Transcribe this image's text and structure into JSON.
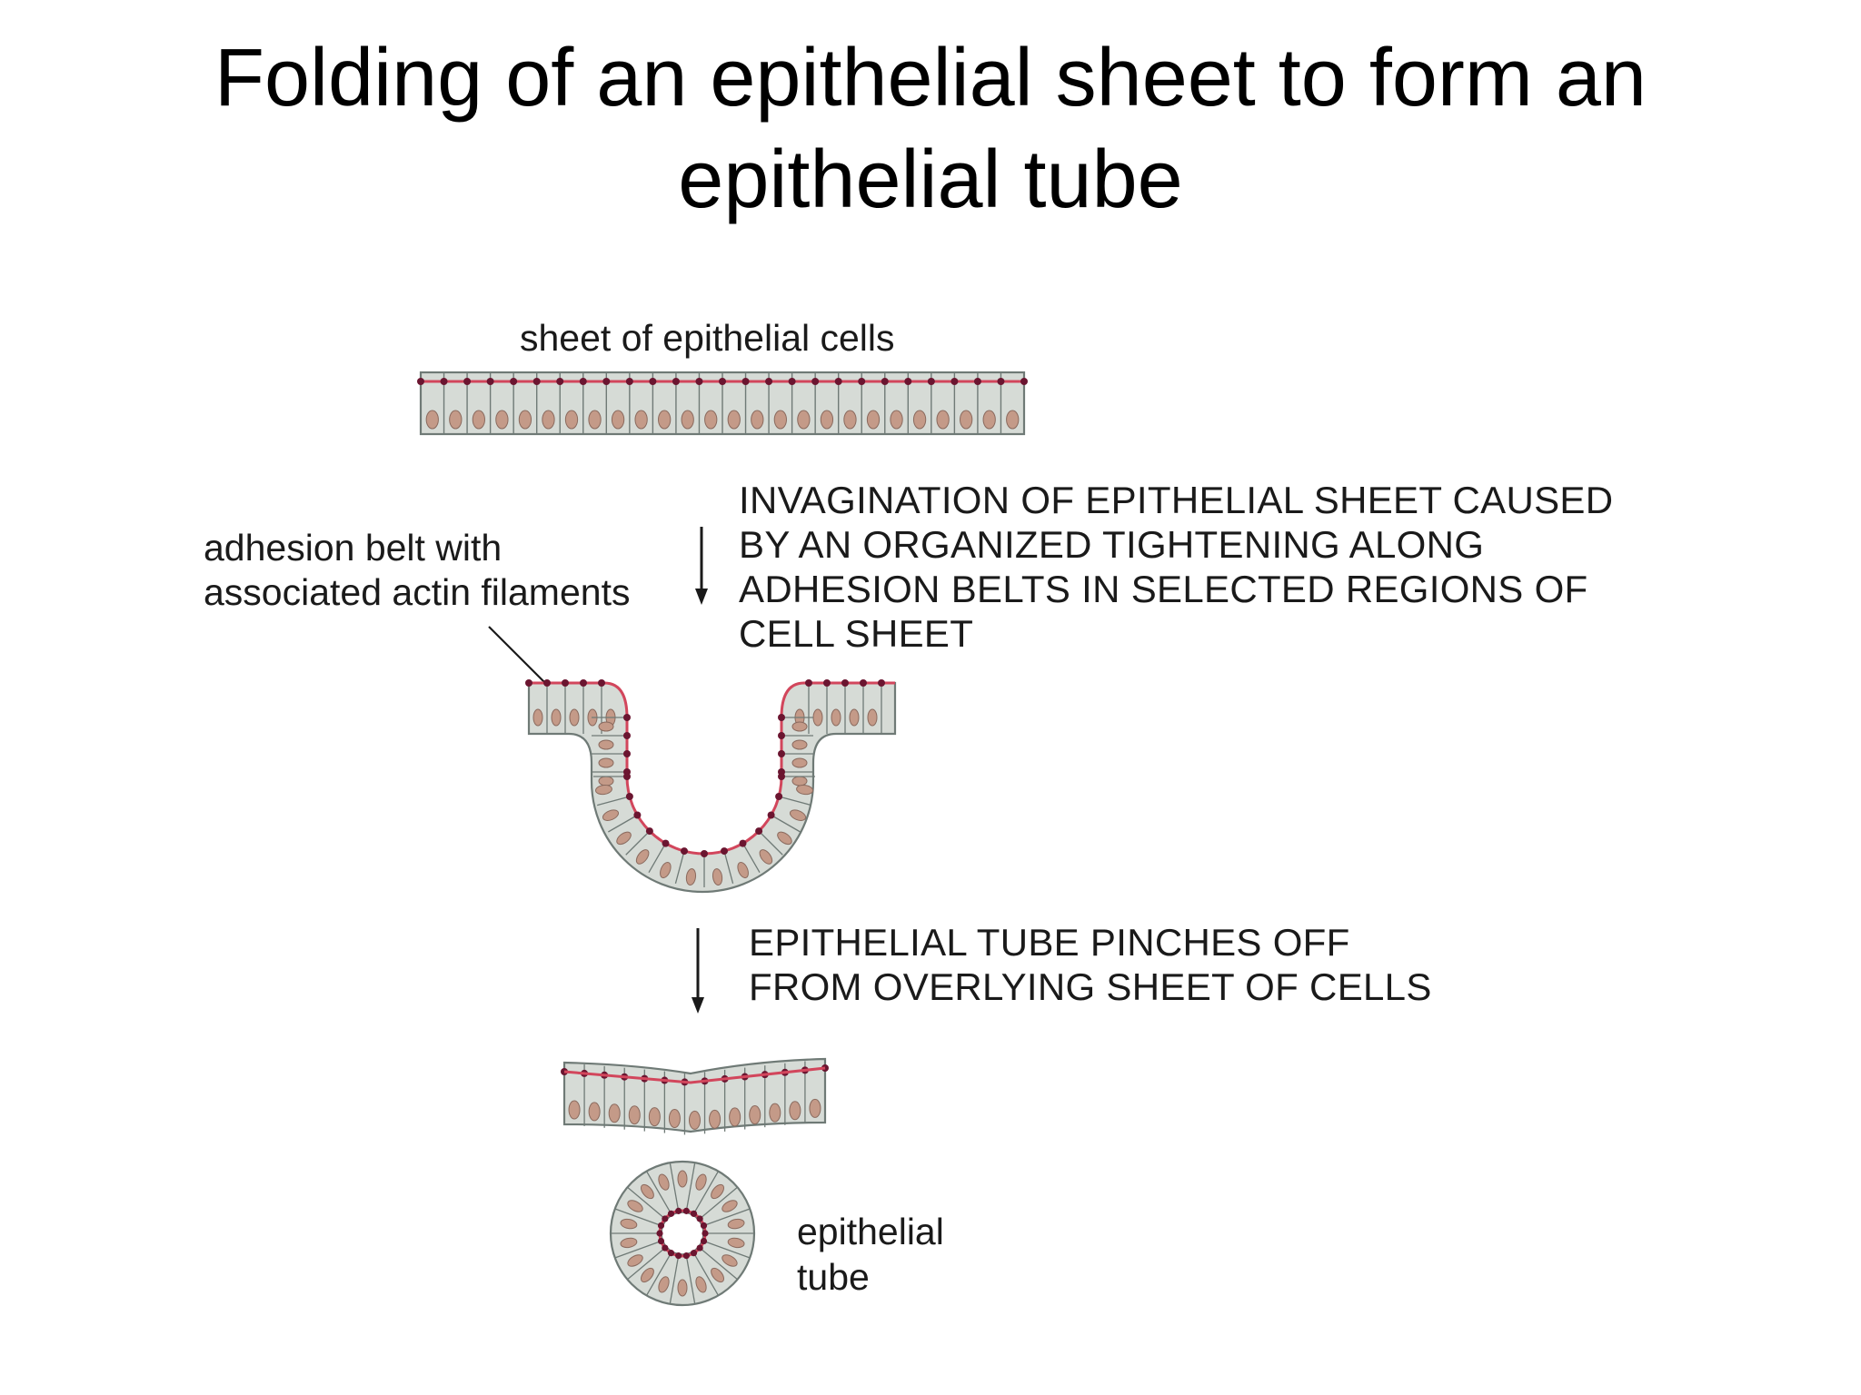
{
  "title": {
    "line1": "Folding of an epithelial sheet to form an",
    "line2": "epithelial tube"
  },
  "labels": {
    "sheet": "sheet of epithelial cells",
    "adhesion_line1": "adhesion belt with",
    "adhesion_line2": "associated actin filaments",
    "tube_line1": "epithelial",
    "tube_line2": "tube"
  },
  "steps": {
    "invagination": [
      "INVAGINATION OF EPITHELIAL SHEET CAUSED",
      "BY AN ORGANIZED TIGHTENING ALONG",
      "ADHESION BELTS IN SELECTED REGIONS OF",
      "CELL SHEET"
    ],
    "pinch": [
      "EPITHELIAL TUBE PINCHES OFF",
      "FROM OVERLYING SHEET OF CELLS"
    ]
  },
  "colors": {
    "cell_fill": "#d6dbd6",
    "cell_outline": "#6f7a76",
    "nucleus": "#c49a88",
    "adhesion_belt": "#d2465c",
    "junction": "#6b1530"
  }
}
